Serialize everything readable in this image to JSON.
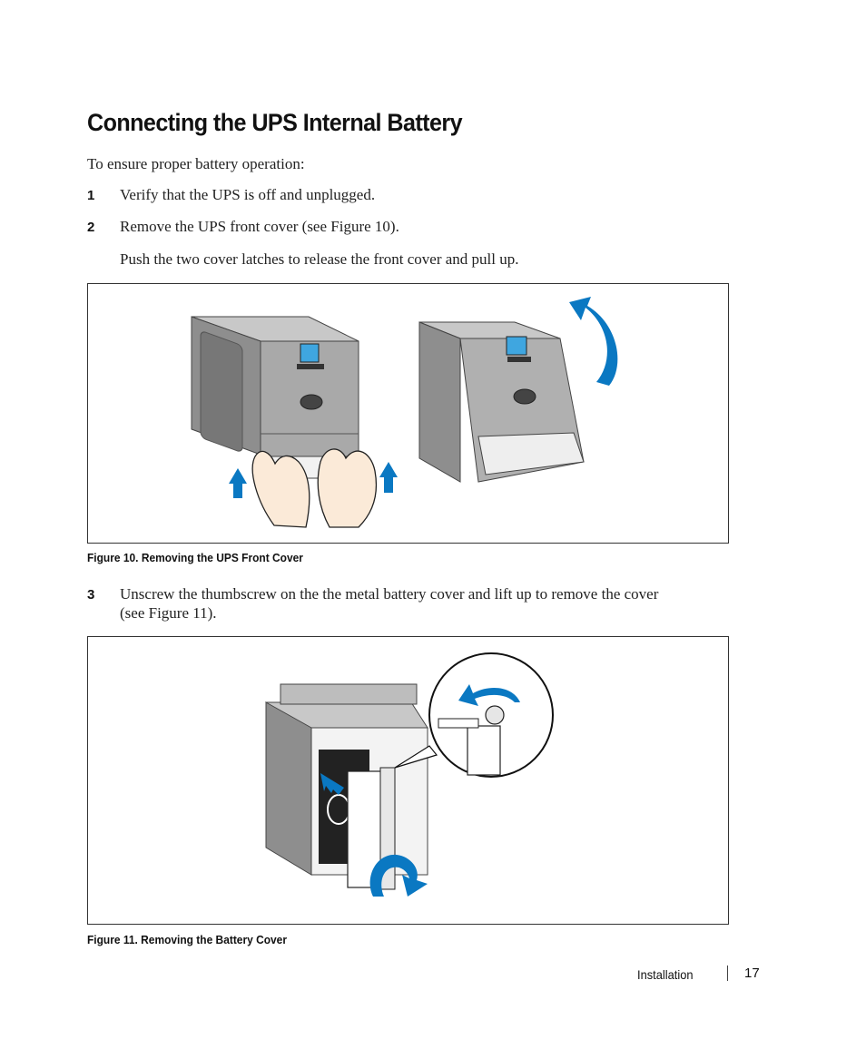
{
  "section_title": "Connecting the UPS Internal Battery",
  "intro": "To ensure proper battery operation:",
  "steps": [
    {
      "num": "1",
      "text": "Verify that the UPS is off and unplugged."
    },
    {
      "num": "2",
      "text": "Remove the UPS front cover (see Figure 10).",
      "detail": "Push the two cover latches to release the front cover and pull up."
    },
    {
      "num": "3",
      "text_line1": "Unscrew the thumbscrew on the the metal battery cover and lift up to remove the cover",
      "text_line2": "(see Figure 11)."
    }
  ],
  "figures": [
    {
      "caption": "Figure 10. Removing the UPS Front Cover"
    },
    {
      "caption": "Figure 11. Removing the Battery Cover"
    }
  ],
  "footer": {
    "section": "Installation",
    "page": "17"
  },
  "colors": {
    "arrow_blue": "#0a78c2",
    "ups_gray": "#9a9a9a"
  }
}
